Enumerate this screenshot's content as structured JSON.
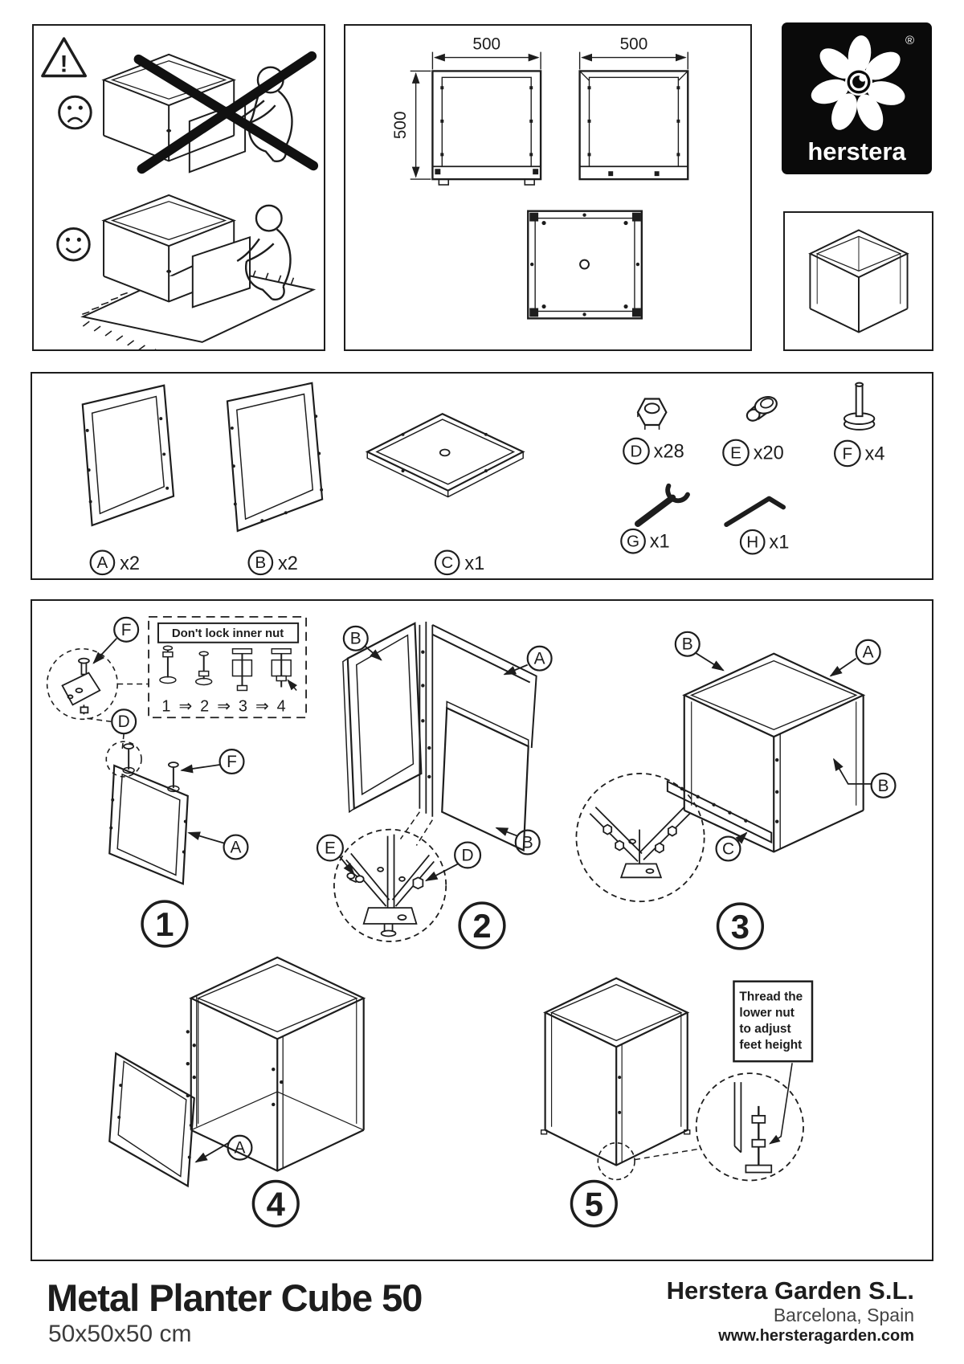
{
  "logo": {
    "text": "herstera",
    "registered": "®"
  },
  "safety": {
    "warning_mark": "!"
  },
  "dimensions": {
    "front_width": "500",
    "side_width": "500",
    "height": "500"
  },
  "parts": {
    "panel_a": {
      "label": "A",
      "qty": "x2"
    },
    "panel_b": {
      "label": "B",
      "qty": "x2"
    },
    "panel_c": {
      "label": "C",
      "qty": "x1"
    },
    "nut": {
      "label": "D",
      "qty": "x28"
    },
    "bolt": {
      "label": "E",
      "qty": "x20"
    },
    "foot": {
      "label": "F",
      "qty": "x4"
    },
    "wrench": {
      "label": "G",
      "qty": "x1"
    },
    "hex_key": {
      "label": "H",
      "qty": "x1"
    }
  },
  "callouts": {
    "A": "A",
    "B": "B",
    "C": "C",
    "D": "D",
    "E": "E",
    "F": "F"
  },
  "inset": {
    "title": "Don't lock inner nut",
    "steps": [
      "1",
      "2",
      "3",
      "4"
    ],
    "arrow": "⇒"
  },
  "note": {
    "lines": [
      "Thread the",
      "lower nut",
      "to adjust",
      "feet height"
    ]
  },
  "step_numbers": [
    "1",
    "2",
    "3",
    "4",
    "5"
  ],
  "footer": {
    "product": "Metal Planter Cube 50",
    "size": "50x50x50 cm",
    "company": "Herstera Garden S.L.",
    "location": "Barcelona, Spain",
    "website": "www.hersteragarden.com"
  }
}
